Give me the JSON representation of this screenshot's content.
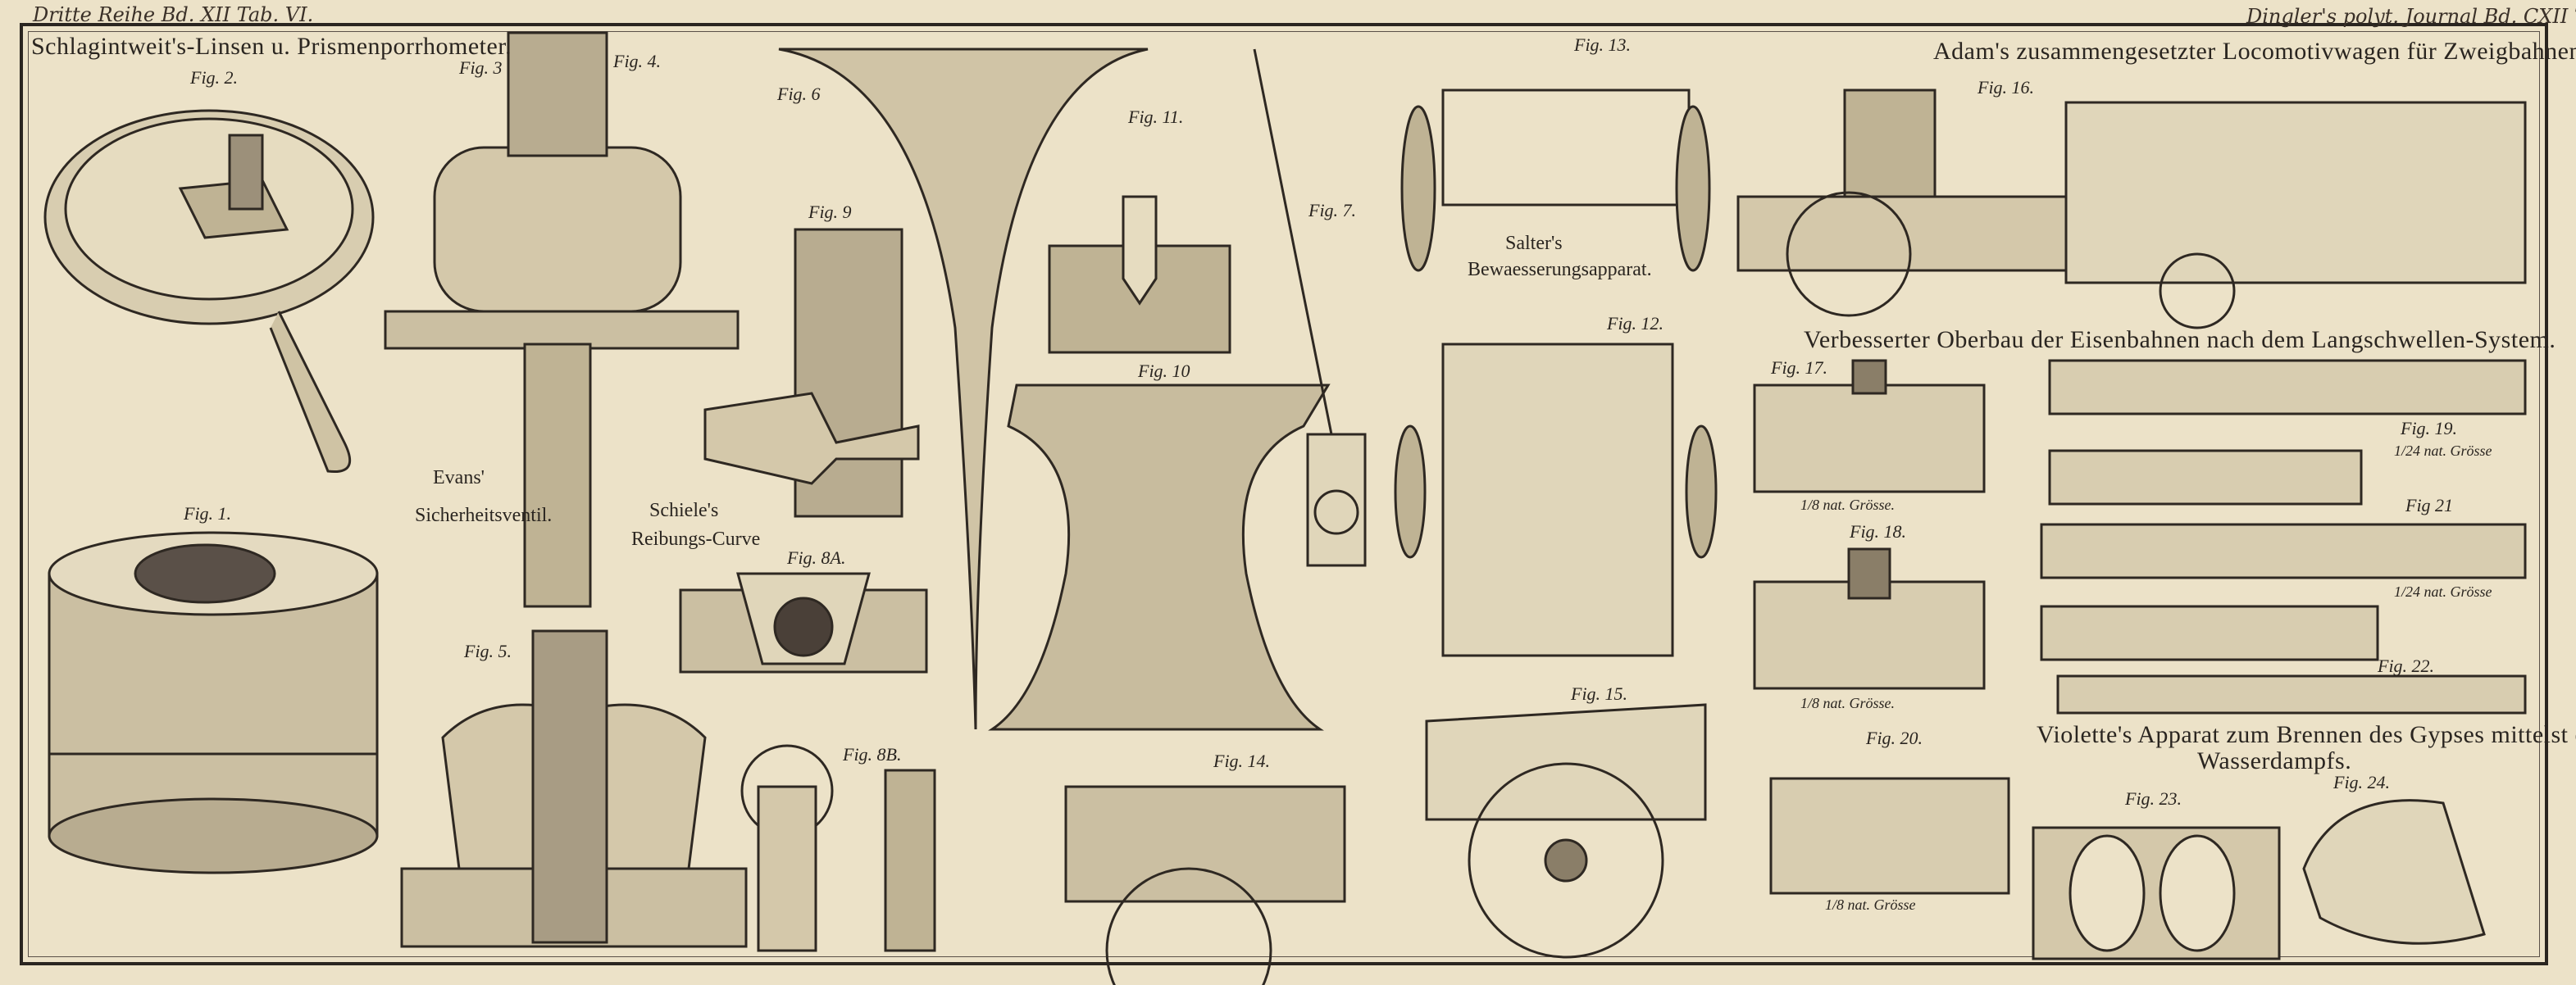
{
  "header": {
    "left": "Dritte Reihe Bd. XII Tab. VI.",
    "right": "Dingler's polyt. Journal Bd. CXII Tab. VI."
  },
  "titles": {
    "schlagintweit": "Schlagintweit's-Linsen u. Prismenporrhometer.",
    "adams": "Adam's zusammengesetzter Locomotivwagen für Zweigbahnen.",
    "oberbau": "Verbesserter Oberbau der Eisenbahnen nach dem  Langschwellen-System.",
    "violette_1": "Violette's Apparat zum Brennen des Gypses mittelst erhitzten",
    "violette_2": "Wasserdampfs."
  },
  "captions": {
    "evans_1": "Evans'",
    "evans_2": "Sicherheitsventil.",
    "schiele_1": "Schiele's",
    "schiele_2": "Reibungs-Curve",
    "salter_1": "Salter's",
    "salter_2": "Bewaesserungsapparat."
  },
  "figures": {
    "fig1": "Fig. 1.",
    "fig2": "Fig. 2.",
    "fig3": "Fig. 3",
    "fig4": "Fig. 4.",
    "fig5": "Fig. 5.",
    "fig6": "Fig. 6",
    "fig7": "Fig. 7.",
    "fig8a": "Fig. 8A.",
    "fig8b": "Fig. 8B.",
    "fig9": "Fig. 9",
    "fig10": "Fig. 10",
    "fig11": "Fig. 11.",
    "fig12": "Fig. 12.",
    "fig13": "Fig. 13.",
    "fig14": "Fig. 14.",
    "fig15": "Fig. 15.",
    "fig16": "Fig. 16.",
    "fig17": "Fig. 17.",
    "fig18": "Fig. 18.",
    "fig19": "Fig. 19.",
    "fig20": "Fig. 20.",
    "fig21": "Fig 21",
    "fig22": "Fig. 22.",
    "fig23": "Fig. 23.",
    "fig24": "Fig. 24."
  },
  "scales": {
    "fig17": "1/8 nat. Grösse.",
    "fig18": "1/8 nat. Grösse.",
    "fig20": "1/8 nat. Grösse",
    "fig19": "1/24 nat. Grösse",
    "fig21": "1/24 nat. Grösse"
  }
}
